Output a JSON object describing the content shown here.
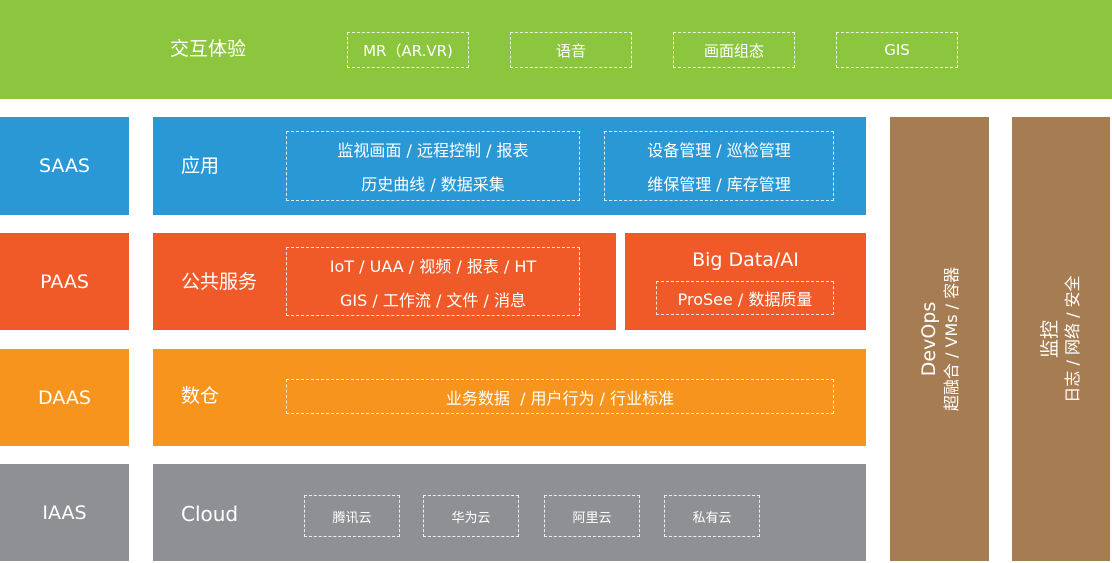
{
  "interaction": {
    "label": "交互体验",
    "items": [
      "MR（AR.VR)",
      "语音",
      "画面组态",
      "GIS"
    ]
  },
  "saas": {
    "label": "SAAS",
    "app_label": "应用",
    "group1": [
      "监视画面 / 远程控制 / 报表",
      "历史曲线 / 数据采集"
    ],
    "group2": [
      "设备管理 / 巡检管理",
      "维保管理 / 库存管理"
    ]
  },
  "paas": {
    "label": "PAAS",
    "service_label": "公共服务",
    "group1": [
      "IoT / UAA / 视频 / 报表 / HT",
      "GIS / 工作流 / 文件 / 消息"
    ],
    "bigdata_title": "Big Data/AI",
    "bigdata_item": "ProSee / 数据质量"
  },
  "daas": {
    "label": "DAAS",
    "warehouse_label": "数仓",
    "item": "业务数据  / 用户行为 / 行业标准"
  },
  "iaas": {
    "label": "IAAS",
    "cloud_label": "Cloud",
    "items": [
      "腾讯云",
      "华为云",
      "阿里云",
      "私有云"
    ]
  },
  "devops": {
    "title": "DevOps",
    "subtitle": "超融合 / VMs / 容器"
  },
  "monitor": {
    "title": "监控",
    "subtitle": "日志 / 网络 / 安全"
  },
  "colors": {
    "green": "#8cc63f",
    "blue": "#2b98d6",
    "red": "#f05a28",
    "orange": "#f7941d",
    "gray": "#8e9093",
    "brown": "#a67c52"
  }
}
